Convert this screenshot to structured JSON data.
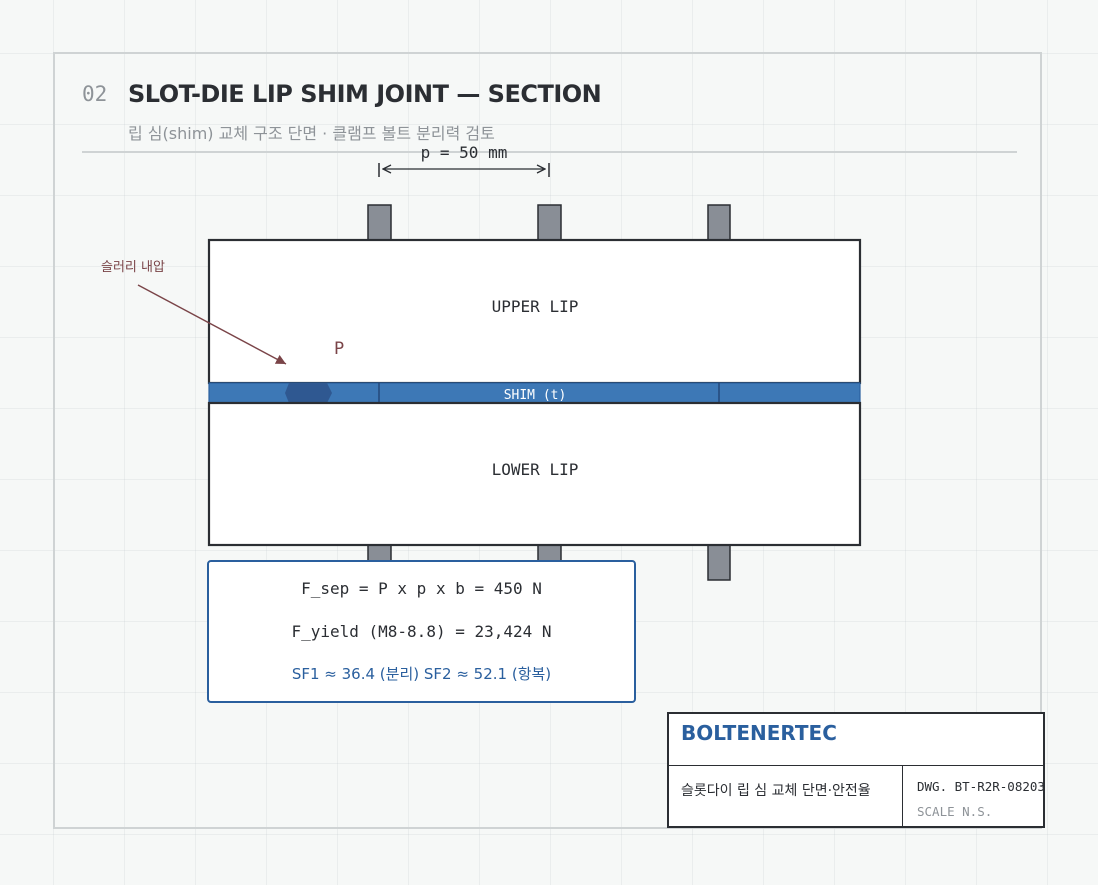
{
  "header": {
    "sheet_number": "02",
    "title": "SLOT-DIE LIP SHIM JOINT — SECTION",
    "subtitle": "립 심(shim) 교체 구조 단면 · 클램프 볼트 분리력 검토"
  },
  "dimension": {
    "pitch_label": "p = 50 mm"
  },
  "section": {
    "upper_label": "UPPER LIP",
    "shim_label": "SHIM (t)",
    "lower_label": "LOWER LIP",
    "pressure_symbol": "P",
    "pressure_note": "슬러리 내압"
  },
  "callout": {
    "line1": "F_sep = P x p x b = 450 N",
    "line2": "F_yield (M8-8.8) = 23,424 N",
    "line3": "SF1 ≈ 36.4 (분리)  SF2 ≈ 52.1 (항복)"
  },
  "title_block": {
    "company": "BOLTENERTEC",
    "description": "슬롯다이 립 심 교체 단면·안전율",
    "drawing_number": "DWG. BT-R2R-08203",
    "scale": "SCALE N.S."
  },
  "colors": {
    "ink": "#2b2e33",
    "accent_blue": "#2a5f9e",
    "shim_blue": "#3d78b6",
    "bolt_gray": "#898e96",
    "pressure_red": "#7a4448",
    "muted": "#8e9398"
  }
}
